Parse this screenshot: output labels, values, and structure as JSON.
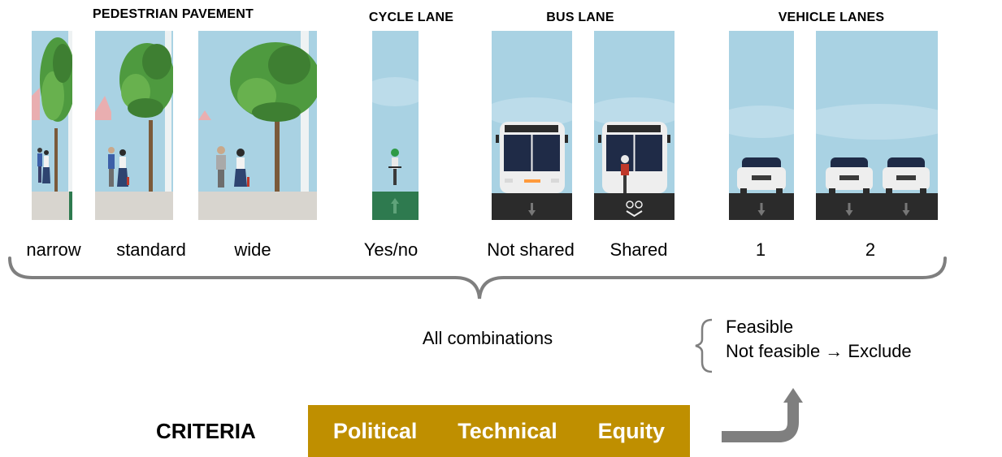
{
  "headings": {
    "pedestrian": "PEDESTRIAN PAVEMENT",
    "cycle": "CYCLE LANE",
    "bus": "BUS LANE",
    "vehicle": "VEHICLE LANES"
  },
  "options": {
    "narrow": "narrow",
    "standard": "standard",
    "wide": "wide",
    "cycle": "Yes/no",
    "bus_not_shared": "Not shared",
    "bus_shared": "Shared",
    "vehicle_1": "1",
    "vehicle_2": "2"
  },
  "combinations_label": "All combinations",
  "outcomes": {
    "feasible": "Feasible",
    "not_feasible": "Not feasible → Exclude"
  },
  "criteria": {
    "label": "CRITERIA",
    "items": [
      "Political",
      "Technical",
      "Equity"
    ]
  },
  "colors": {
    "sky": "#a9d2e3",
    "pavement": "#d8d5cf",
    "cycle_lane": "#2e7a4f",
    "road": "#2b2b2b",
    "tree": "#4e9a3f",
    "criteria_box": "#bf8f00",
    "arrow": "#7f7f7f",
    "brace": "#7f7f7f"
  },
  "icons": [
    "tree-icon",
    "pedestrian-icon",
    "cyclist-icon",
    "bus-icon",
    "car-icon",
    "down-arrow-icon",
    "up-arrow-icon",
    "bus-cycle-shared-icon"
  ]
}
